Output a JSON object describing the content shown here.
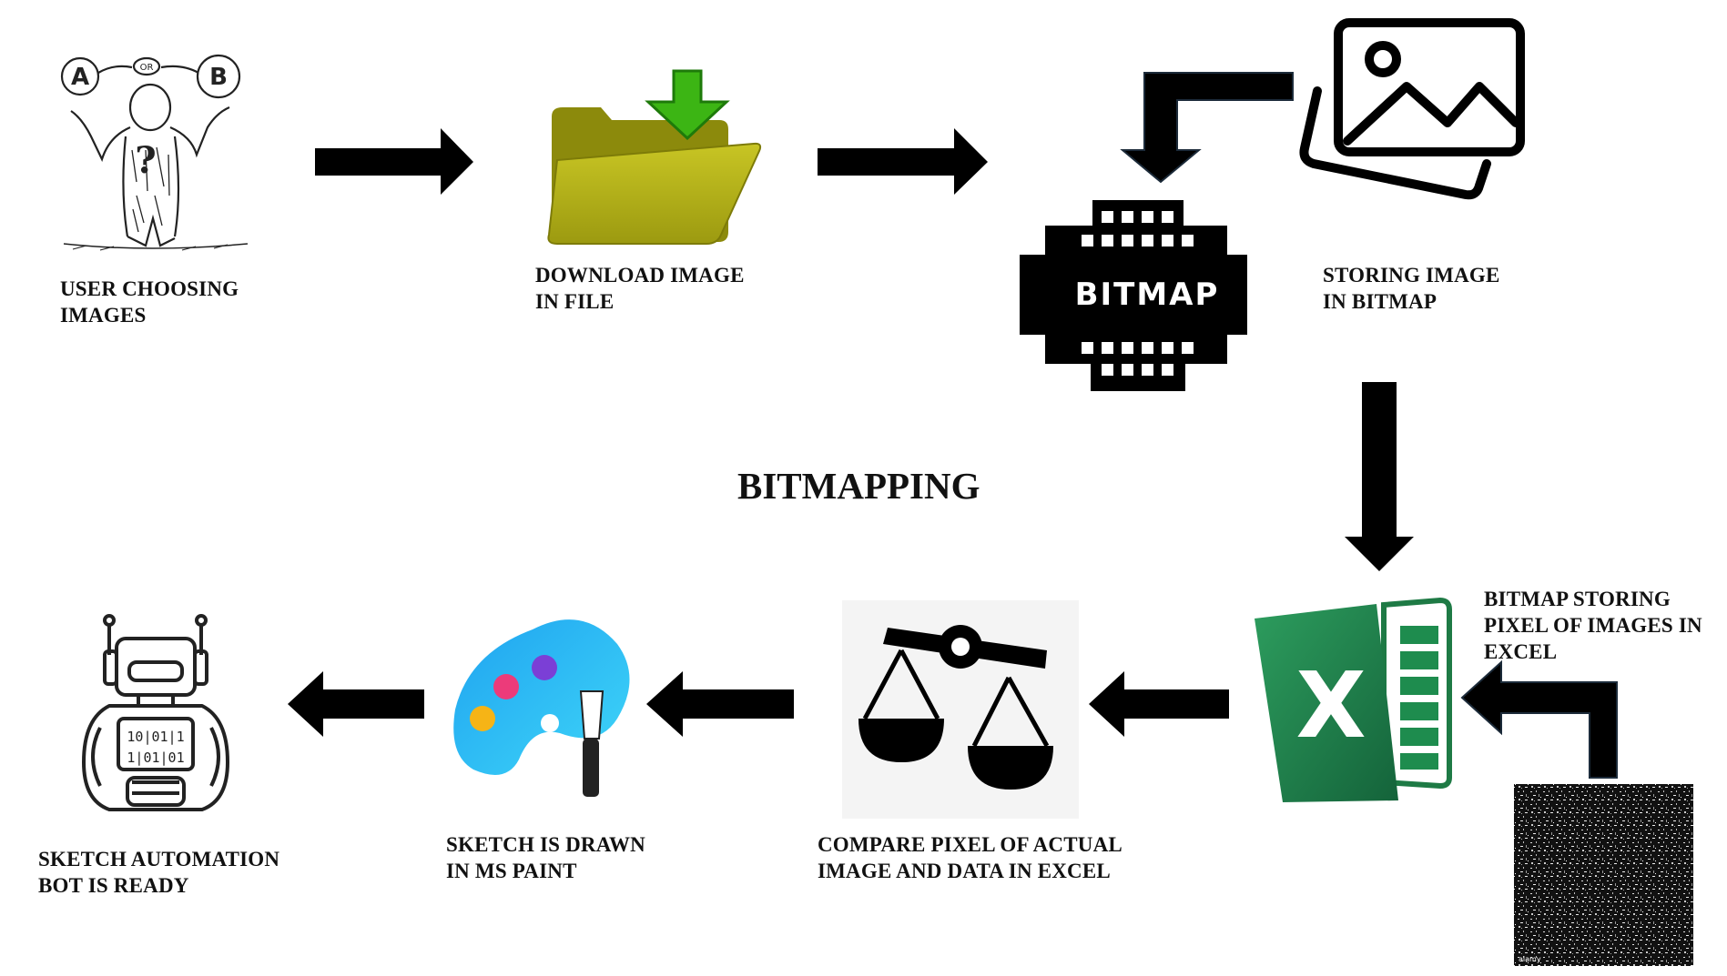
{
  "diagram": {
    "title": "BITMAPPING",
    "steps": [
      {
        "id": "user",
        "icon": "user-choosing-icon",
        "badge_a": "A",
        "badge_or": "OR",
        "badge_b": "B",
        "lines": [
          "USER CHOOSING",
          "IMAGES"
        ]
      },
      {
        "id": "download",
        "icon": "folder-download-icon",
        "lines": [
          "DOWNLOAD IMAGE",
          "IN FILE"
        ]
      },
      {
        "id": "store",
        "icon": "image-gallery-icon",
        "lines": [
          "STORING IMAGE",
          "IN  BITMAP"
        ]
      },
      {
        "id": "bitmap",
        "icon": "bitmap-icon",
        "logo_text": "BITMAP"
      },
      {
        "id": "excel",
        "icon": "excel-icon",
        "logo_text": "X",
        "lines": [
          "BITMAP STORING",
          "PIXEL OF IMAGES IN",
          "EXCEL"
        ]
      },
      {
        "id": "compare",
        "icon": "scales-icon",
        "lines": [
          "COMPARE PIXEL OF ACTUAL",
          "IMAGE AND DATA IN EXCEL"
        ]
      },
      {
        "id": "paint",
        "icon": "paint-palette-icon",
        "lines": [
          "SKETCH IS DRAWN",
          "IN MS PAINT"
        ]
      },
      {
        "id": "bot",
        "icon": "robot-icon",
        "lines": [
          "SKETCH AUTOMATION",
          "BOT IS READY"
        ]
      },
      {
        "id": "noise",
        "icon": "pixel-noise-image",
        "watermark": "alamy"
      }
    ]
  }
}
